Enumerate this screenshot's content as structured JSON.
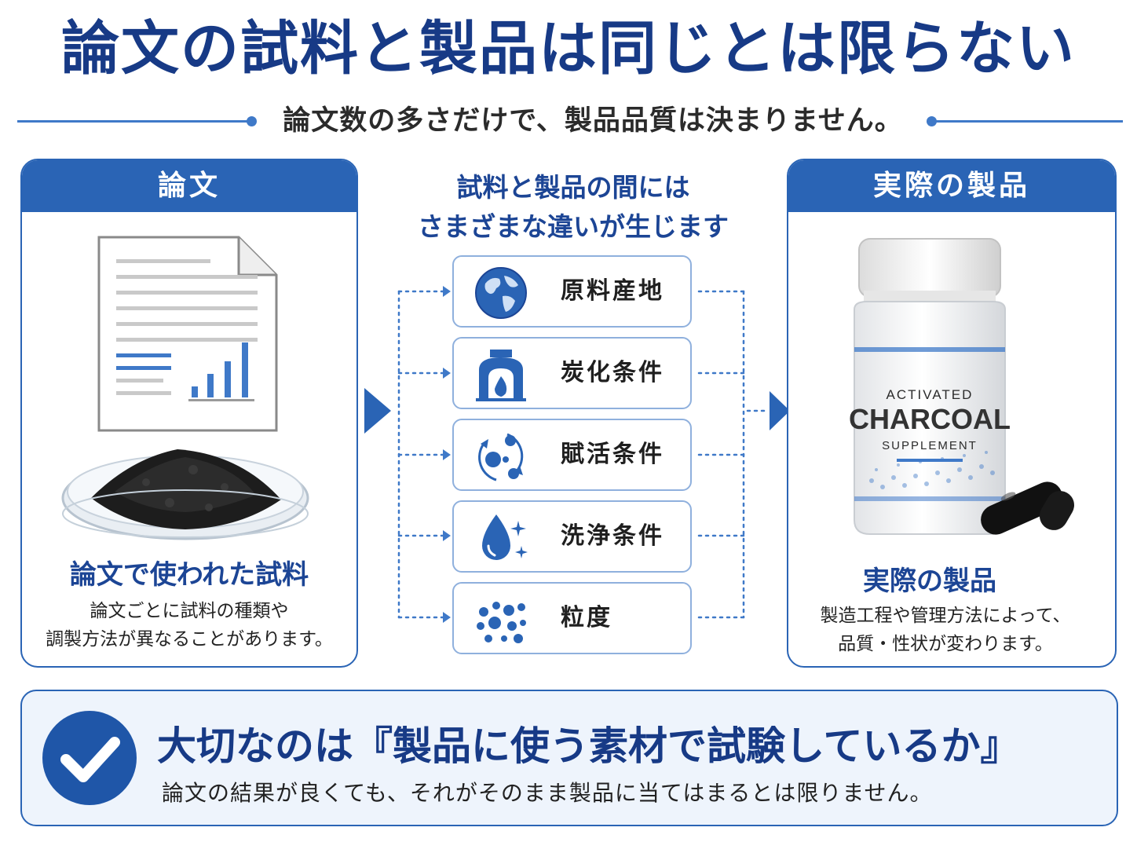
{
  "title": "論文の試料と製品は同じとは限らない",
  "subtitle": "論文数の多さだけで、製品品質は決まりません。",
  "left_panel": {
    "header": "論文",
    "caption_title": "論文で使われた試料",
    "caption_line1": "論文ごとに試料の種類や",
    "caption_line2": "調製方法が異なることがあります。"
  },
  "middle": {
    "title_line1": "試料と製品の間には",
    "title_line2": "さまざまな違いが生じます",
    "factors": [
      {
        "label": "原料産地",
        "icon": "globe-icon"
      },
      {
        "label": "炭化条件",
        "icon": "furnace-icon"
      },
      {
        "label": "賦活条件",
        "icon": "activation-cycle-icon"
      },
      {
        "label": "洗浄条件",
        "icon": "water-drop-icon"
      },
      {
        "label": "粒度",
        "icon": "particles-icon"
      }
    ]
  },
  "right_panel": {
    "header": "実際の製品",
    "bottle_line1": "ACTIVATED",
    "bottle_line2": "CHARCOAL",
    "bottle_line3": "SUPPLEMENT",
    "caption_title": "実際の製品",
    "caption_line1": "製造工程や管理方法によって、",
    "caption_line2": "品質・性状が変わります。"
  },
  "bottom": {
    "title": "大切なのは『製品に使う素材で試験しているか』",
    "body": "論文の結果が良くても、それがそのまま製品に当てはまるとは限りません。"
  },
  "colors": {
    "primary": "#2a64b5",
    "title": "#173a86",
    "accent": "#3f79c8"
  }
}
